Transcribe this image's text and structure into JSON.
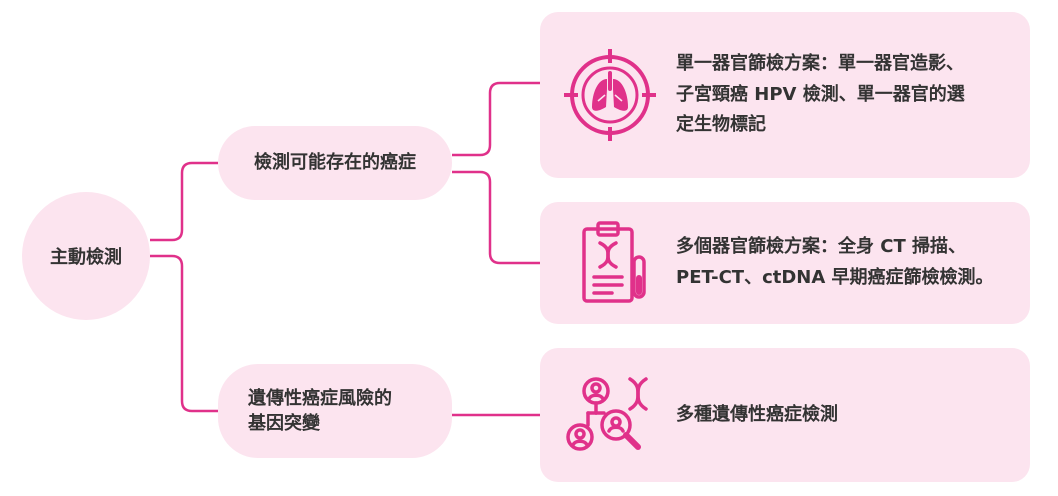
{
  "colors": {
    "accent": "#e0318a",
    "node_fill": "#fce4ef",
    "text": "#333333"
  },
  "root": {
    "label": "主動檢測"
  },
  "branches": [
    {
      "label_lines": [
        "檢測可能存在的癌症"
      ]
    },
    {
      "label_lines": [
        "遺傳性癌症風險的",
        "基因突變"
      ]
    }
  ],
  "cards": [
    {
      "icon": "lung-target-icon",
      "lines": [
        "單一器官篩檢方案：單一器官造影、",
        "子宮頸癌 HPV 檢測、單一器官的選",
        "定生物標記"
      ]
    },
    {
      "icon": "clipboard-dna-icon",
      "lines": [
        "多個器官篩檢方案：全身 CT 掃描、",
        "PET-CT、ctDNA 早期癌症篩檢檢測。"
      ]
    },
    {
      "icon": "genetic-search-icon",
      "lines": [
        "多種遺傳性癌症檢測"
      ]
    }
  ]
}
